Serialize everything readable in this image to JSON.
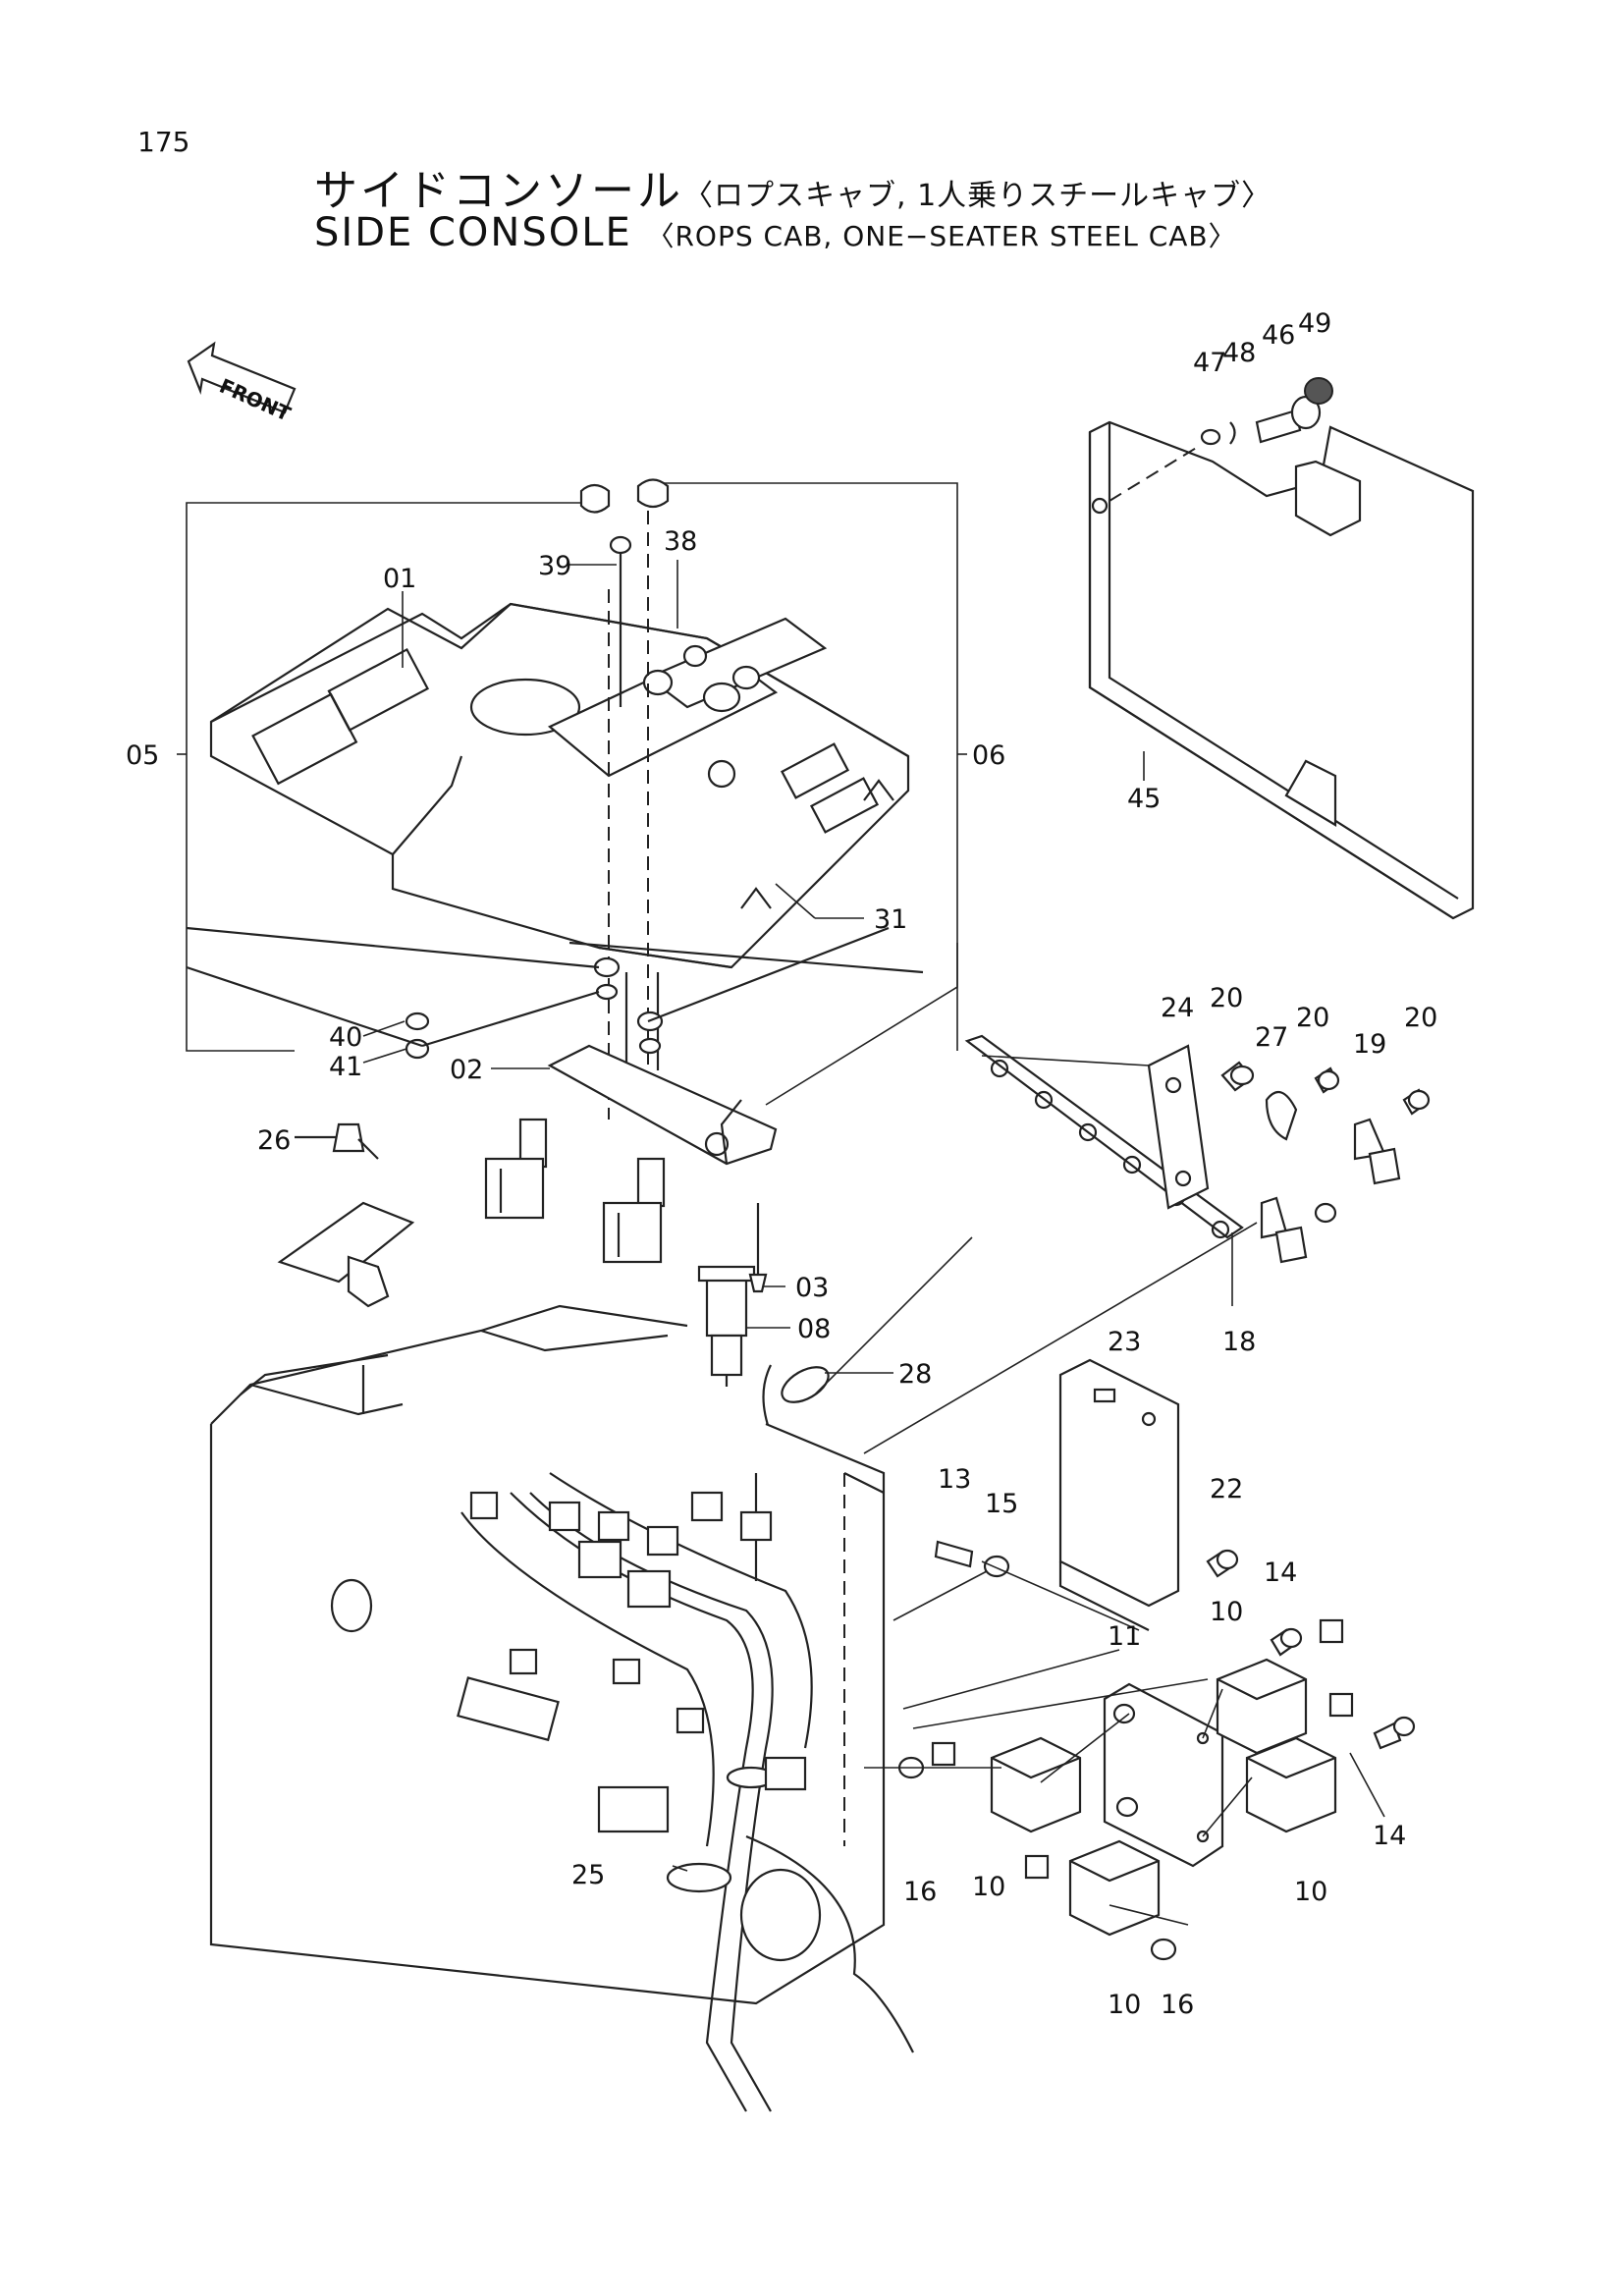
{
  "page_number": "175",
  "title": {
    "jp_main": "サイドコンソール",
    "jp_sub": "〈ロプスキャブ, 1人乗りスチールキャブ〉",
    "en_main": "SIDE CONSOLE",
    "en_sub": "〈ROPS CAB, ONE−SEATER STEEL CAB〉"
  },
  "front_label": "FRONT",
  "callouts": {
    "c01": "01",
    "c02": "02",
    "c03": "03",
    "c05": "05",
    "c06": "06",
    "c08": "08",
    "c10a": "10",
    "c10b": "10",
    "c10c": "10",
    "c10d": "10",
    "c11": "11",
    "c13": "13",
    "c14a": "14",
    "c14b": "14",
    "c15": "15",
    "c16a": "16",
    "c16b": "16",
    "c18": "18",
    "c19": "19",
    "c20a": "20",
    "c20b": "20",
    "c20c": "20",
    "c22": "22",
    "c23": "23",
    "c24": "24",
    "c25": "25",
    "c26": "26",
    "c27": "27",
    "c28": "28",
    "c31": "31",
    "c38": "38",
    "c39": "39",
    "c40": "40",
    "c41": "41",
    "c45": "45",
    "c46": "46",
    "c47": "47",
    "c48": "48",
    "c49": "49"
  }
}
